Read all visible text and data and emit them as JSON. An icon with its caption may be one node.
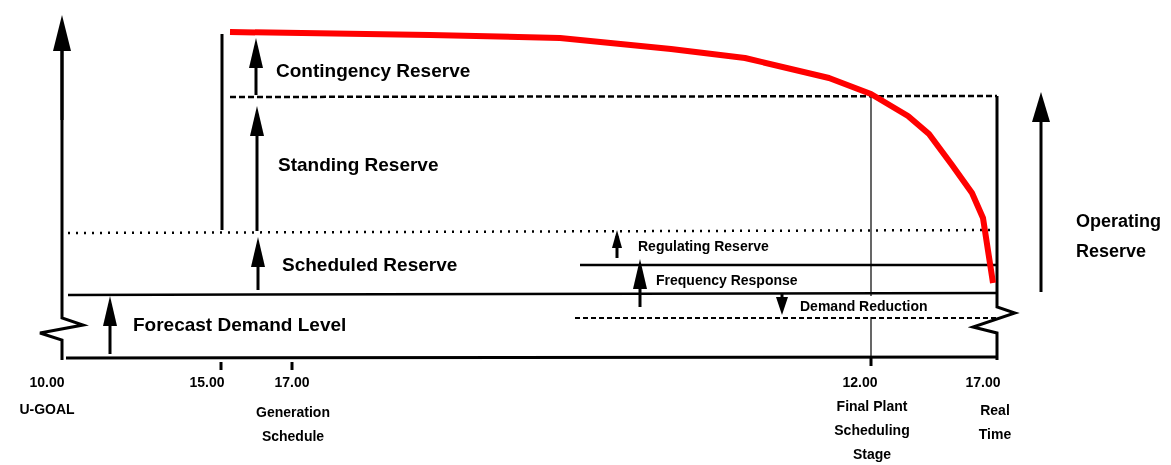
{
  "diagram": {
    "labels": [
      "Contingency Reserve",
      "Standing Reserve",
      "Scheduled Reserve",
      "Regulating Reserve",
      "Frequency Response",
      "Demand Reduction",
      "Forecast Demand Level",
      "Operating Reserve",
      "10.00",
      "U-GOAL",
      "15.00",
      "17.00",
      "Generation Schedule",
      "12.00",
      "Final Plant Scheduling Stage",
      "17.00",
      "Real Time"
    ]
  }
}
